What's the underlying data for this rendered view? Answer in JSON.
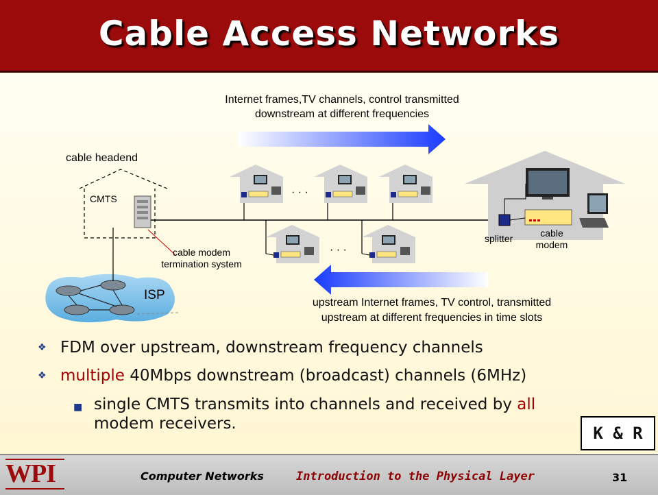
{
  "title": "Cable Access Networks",
  "diagram": {
    "downstream_text_1": "Internet frames,TV channels, control  transmitted",
    "downstream_text_2": "downstream at different frequencies",
    "upstream_text_1": "upstream Internet frames, TV control,  transmitted",
    "upstream_text_2": "upstream at different frequencies in time slots",
    "cable_headend": "cable headend",
    "cmts": "CMTS",
    "cmts_desc_1": "cable modem",
    "cmts_desc_2": "termination system",
    "isp": "ISP",
    "splitter": "splitter",
    "cable_modem_1": "cable",
    "cable_modem_2": "modem",
    "ellipsis": "· · ·"
  },
  "bullets": {
    "b1": "FDM over upstream, downstream frequency channels",
    "b2_red": "multiple",
    "b2_rest": " 40Mbps downstream (broadcast) channels (6MHz)",
    "b3_a": "single CMTS transmits into channels and received by ",
    "b3_red": "all",
    "b3_b": "modem receivers."
  },
  "badge": "K & R",
  "footer": {
    "logo": "WPI",
    "left": "Computer Networks",
    "right": "Introduction to the Physical Layer",
    "page": "31"
  },
  "colors": {
    "title_bg": "#9b0b0b",
    "arrow_blue": "#1a3cff",
    "accent_red": "#a30000"
  }
}
